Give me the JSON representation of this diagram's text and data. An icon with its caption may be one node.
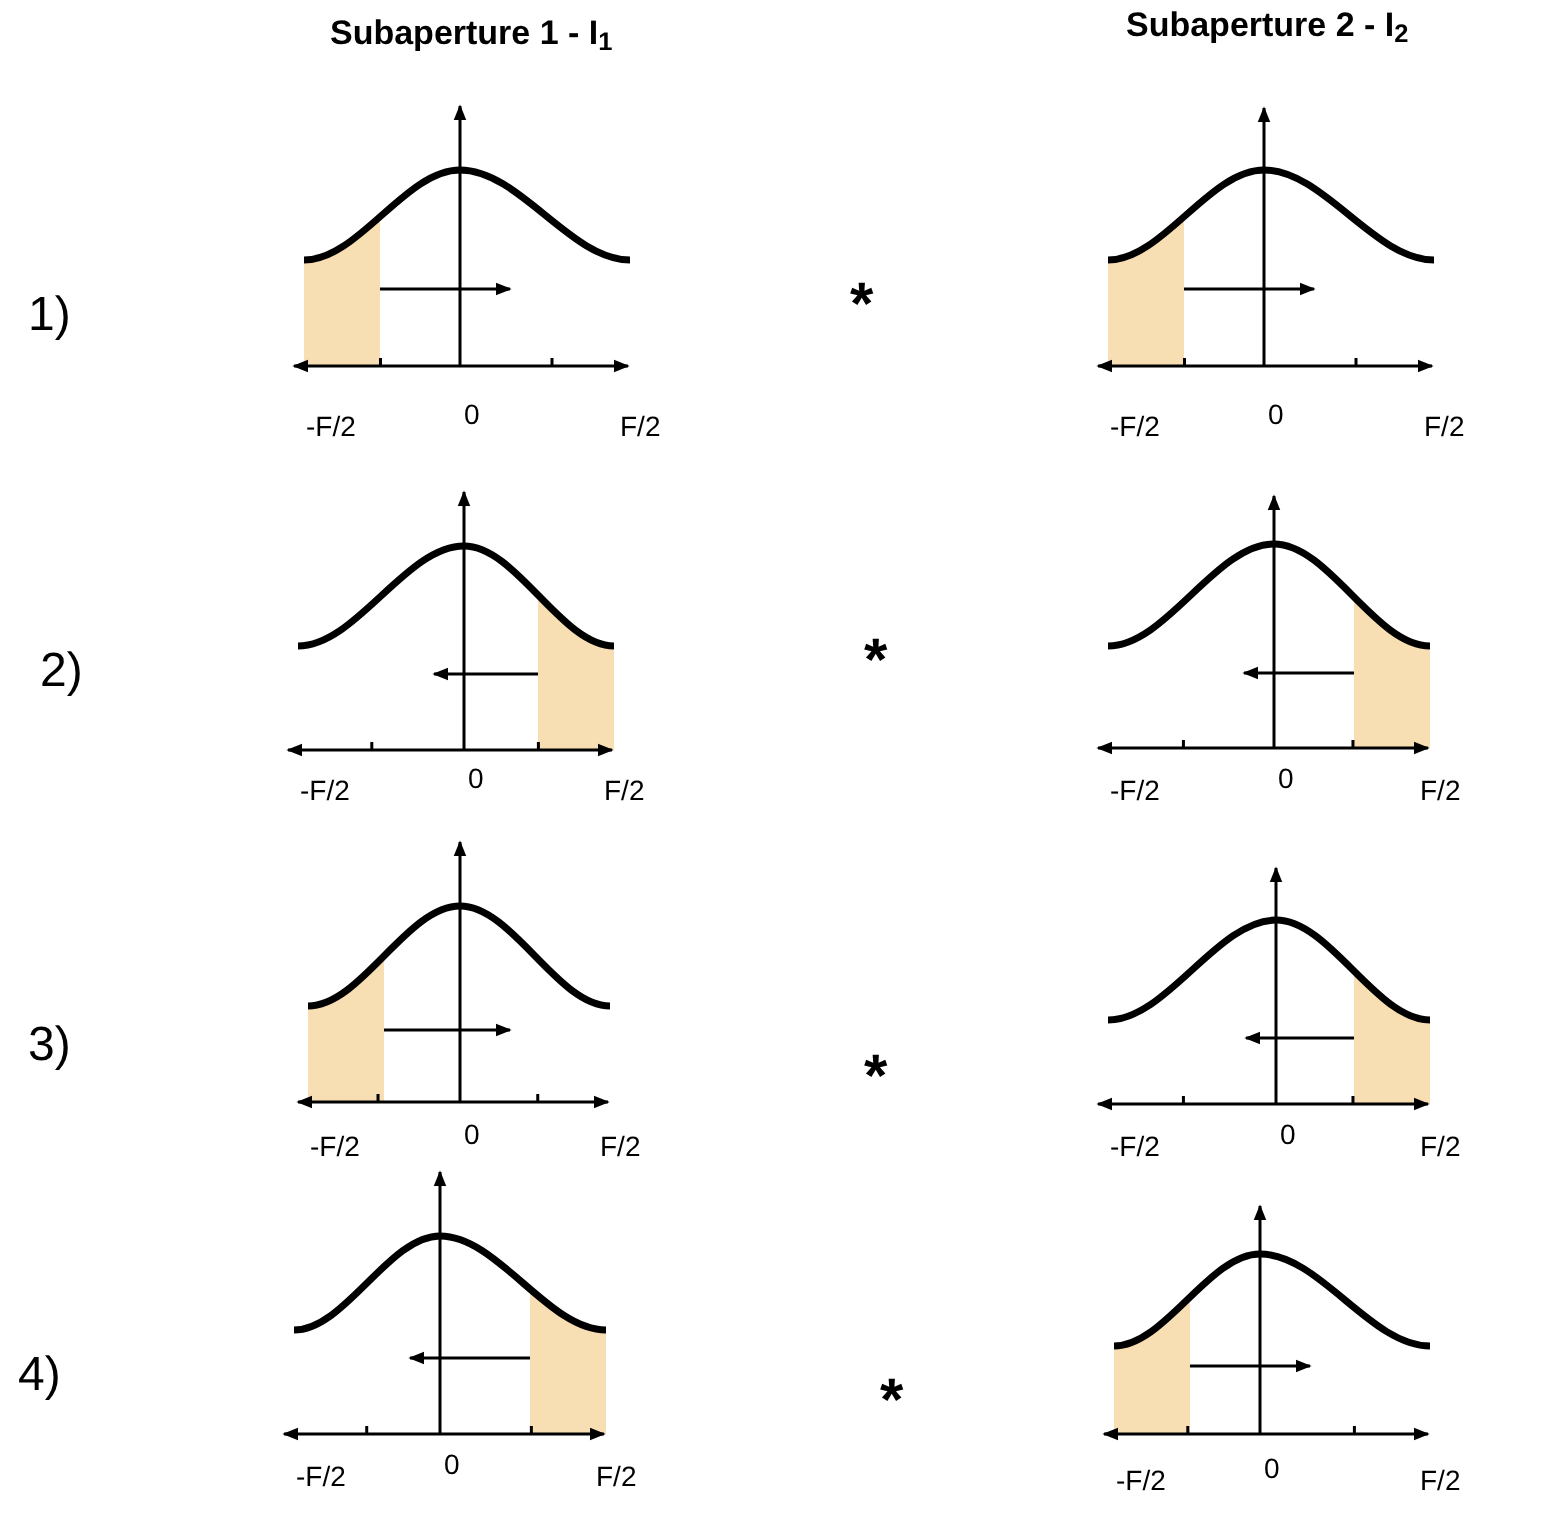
{
  "diagram": {
    "labels": [
      "Subaperture 1 - I$_{1}$",
      "Subaperture 2 - I$_{2}$",
      "1)",
      "-F/2",
      "0",
      "F/2",
      "*",
      "-F/2",
      "0",
      "F/2",
      "2)",
      "-F/2",
      "0",
      "F/2",
      "*",
      "-F/2",
      "0",
      "F/2",
      "3)",
      "-F/2",
      "0",
      "F/2",
      "*",
      "-F/2",
      "0",
      "F/2",
      "4)",
      "-F/2",
      "0",
      "F/2",
      "*",
      "-F/2",
      "0",
      "F/2"
    ]
  }
}
